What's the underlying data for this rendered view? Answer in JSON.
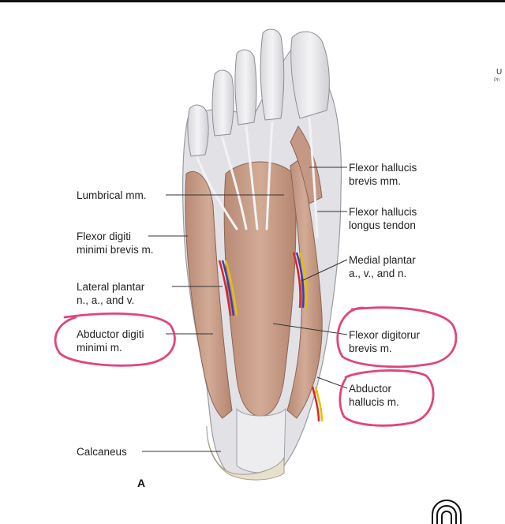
{
  "figure": {
    "panel_letter": "A",
    "corner_letter": "U",
    "corner_sub": "Ph"
  },
  "labels": {
    "lumbrical": [
      "Lumbrical mm."
    ],
    "flexor_digiti_minimi": [
      "Flexor digiti",
      "minimi brevis m."
    ],
    "lateral_plantar": [
      "Lateral plantar",
      "n., a., and v."
    ],
    "abductor_digiti_minimi": [
      "Abductor digiti",
      "minimi m."
    ],
    "calcaneus": [
      "Calcaneus"
    ],
    "flexor_hallucis_brevis": [
      "Flexor hallucis",
      "brevis mm."
    ],
    "flexor_hallucis_longus": [
      "Flexor hallucis",
      "longus tendon"
    ],
    "medial_plantar": [
      "Medial plantar",
      "a., v., and n."
    ],
    "flexor_digitorum_brevis": [
      "Flexor digitorur",
      "brevis m."
    ],
    "abductor_hallucis": [
      "Abductor",
      "hallucis m."
    ]
  },
  "colors": {
    "muscle": "#c9a08a",
    "muscle_dark": "#a97d69",
    "tendon": "#e6e6ea",
    "annotation": "#e0457f",
    "artery": "#d9262a",
    "vein": "#3a3fb0",
    "nerve": "#e3c200"
  },
  "icons": {
    "logo": "fingerprint-logo-icon"
  }
}
